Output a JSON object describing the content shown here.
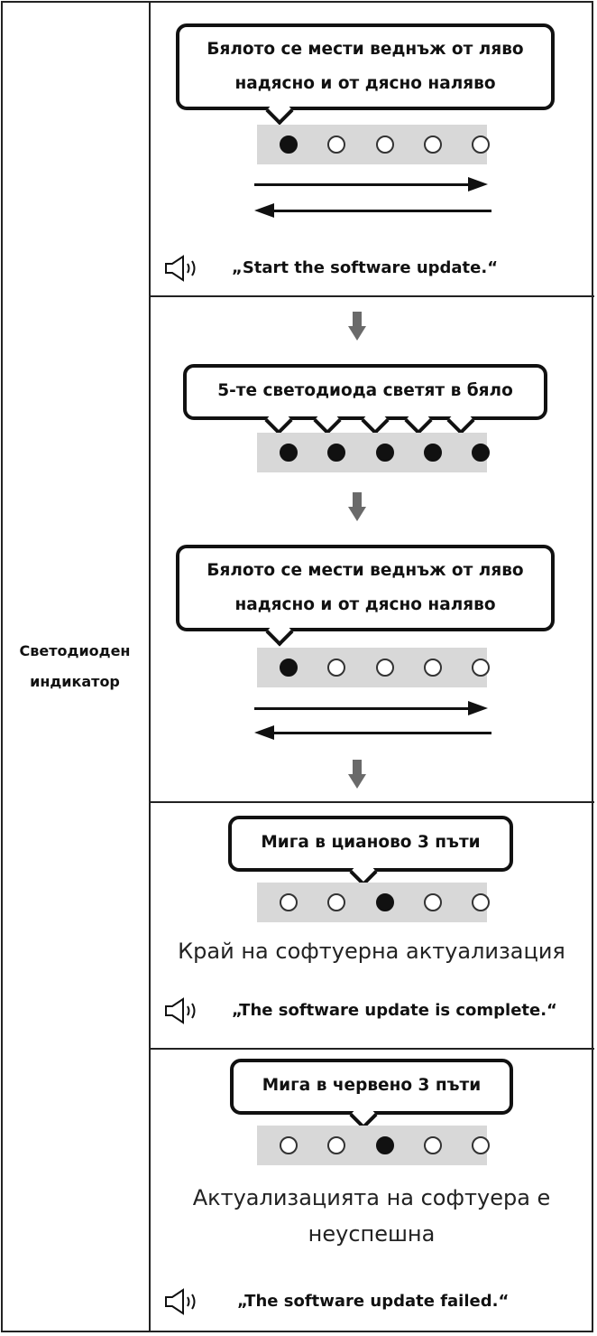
{
  "row_label": [
    "Светодиоден",
    "индикатор"
  ],
  "sections": {
    "start": {
      "bubble": [
        "Бялото се мести веднъж от ляво",
        "надясно и от дясно наляво"
      ],
      "leds": [
        true,
        false,
        false,
        false,
        false
      ],
      "voice": "„Start the software update.“"
    },
    "progress": {
      "bubble_all": "5-те светодиода светят в бяло",
      "leds_all": [
        true,
        true,
        true,
        true,
        true
      ],
      "bubble_move": [
        "Бялото се мести веднъж от ляво",
        "надясно и от дясно наляво"
      ],
      "leds_move": [
        true,
        false,
        false,
        false,
        false
      ]
    },
    "complete": {
      "bubble": "Мига в цианово 3 пъти",
      "leds": [
        false,
        false,
        true,
        false,
        false
      ],
      "caption": "Край на софтуерна актуализация",
      "voice": "„The software update is complete.“"
    },
    "failed": {
      "bubble": "Мига в червено 3 пъти",
      "leds": [
        false,
        false,
        true,
        false,
        false
      ],
      "caption": [
        "Актуализацията на софтуера е",
        "неуспешна"
      ],
      "voice": "„The software update failed.“"
    }
  },
  "icons": {
    "speaker": "speaker-icon",
    "down_arrow": "arrow-down-icon"
  }
}
